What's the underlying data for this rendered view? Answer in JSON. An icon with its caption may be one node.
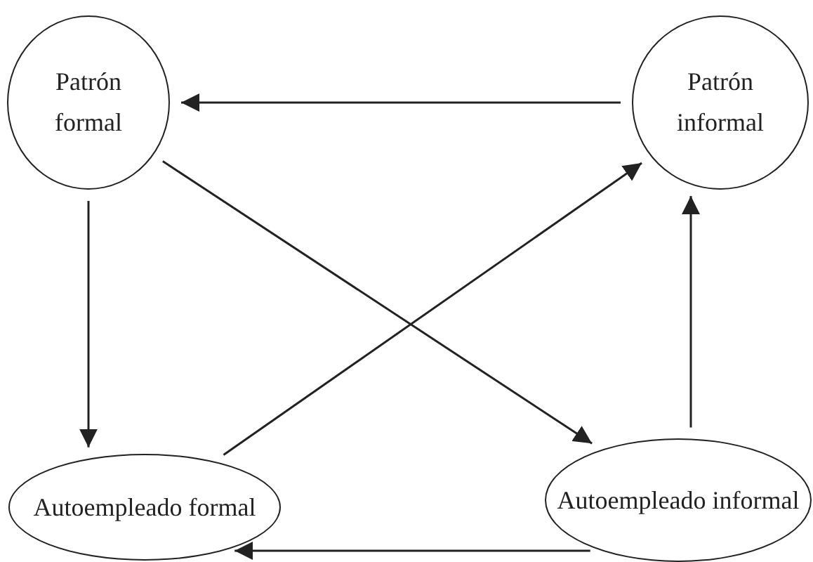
{
  "diagram": {
    "nodes": [
      {
        "text": [
          "Patrón formal"
        ]
      },
      {
        "text": [
          "Patrón informal"
        ]
      },
      {
        "text": [
          "Autoempleado formal"
        ]
      },
      {
        "text": [
          "Autoempleado informal"
        ]
      }
    ],
    "edges": [
      {
        "from": 1,
        "to": 0,
        "arrow": "to"
      },
      {
        "from": 0,
        "to": 2,
        "arrow": "to"
      },
      {
        "from": 0,
        "to": 3,
        "arrow": "to"
      },
      {
        "from": 2,
        "to": 1,
        "arrow": "to"
      },
      {
        "from": 3,
        "to": 1,
        "arrow": "to"
      },
      {
        "from": 3,
        "to": 2,
        "arrow": "to"
      }
    ]
  }
}
